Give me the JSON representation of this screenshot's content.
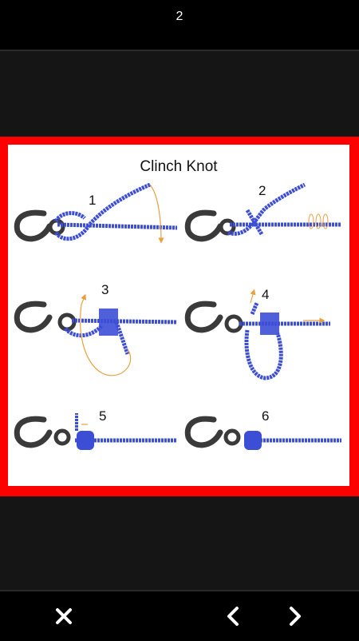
{
  "header": {
    "page_number": "2"
  },
  "image": {
    "title": "Clinch Knot",
    "steps": [
      "1",
      "2",
      "3",
      "4",
      "5",
      "6"
    ]
  },
  "colors": {
    "frame": "#ff0000",
    "line": "#3d4ed6",
    "hook": "#3a3a3a",
    "arrow": "#e8a040"
  },
  "toolbar": {
    "close_icon": "close-icon",
    "prev_icon": "chevron-left-icon",
    "next_icon": "chevron-right-icon"
  }
}
